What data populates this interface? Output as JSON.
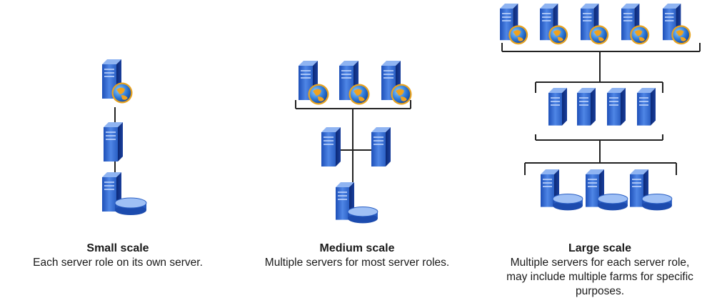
{
  "columns": [
    {
      "id": "small",
      "title": "Small scale",
      "description": "Each server role on its own server."
    },
    {
      "id": "medium",
      "title": "Medium scale",
      "description": "Multiple servers for most server roles."
    },
    {
      "id": "large",
      "title": "Large scale",
      "description_lines": [
        "Multiple servers for each server role,",
        "may include multiple farms for specific",
        "purposes."
      ]
    }
  ],
  "icons": {
    "web_server": "web-server-icon",
    "app_server": "application-server-icon",
    "db_server": "database-server-icon"
  },
  "colors": {
    "server_front": "#2f63c8",
    "server_side": "#0f2f86",
    "server_top": "#8fb4f2",
    "globe_ocean": "#2d79d8",
    "globe_land": "#f0a21e",
    "connector": "#222222"
  }
}
